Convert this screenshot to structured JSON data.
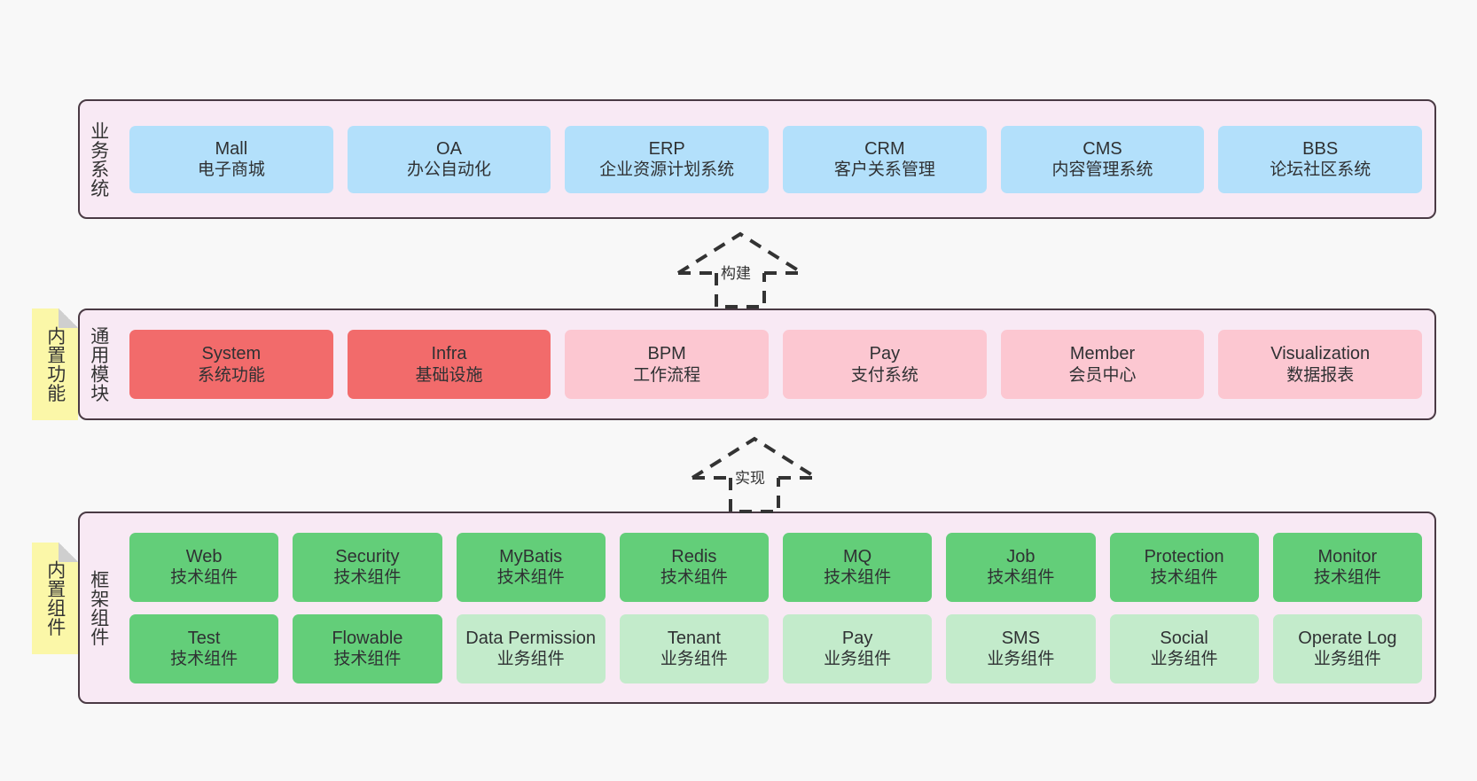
{
  "diagram": {
    "title": "ruoyi-vue-pro architecture layers",
    "background": "#f8f8f8"
  },
  "colors": {
    "layer_background": "#f8e9f4",
    "layer_border": "#4a3a44",
    "business_card": "#b3e0fb",
    "module_builtin_card": "#f26b6b",
    "module_card": "#fcc7d1",
    "tech_component_card": "#63ce79",
    "business_component_card": "#c3ebcb",
    "sticky_note": "#fbf7a8",
    "sticky_fold": "#cfcfcf"
  },
  "layers": [
    {
      "id": "business",
      "title": "业务系统",
      "sticky": null,
      "rows": [
        {
          "cards": [
            {
              "en": "Mall",
              "cn": "电子商城",
              "style": "c-blue"
            },
            {
              "en": "OA",
              "cn": "办公自动化",
              "style": "c-blue"
            },
            {
              "en": "ERP",
              "cn": "企业资源计划系统",
              "style": "c-blue"
            },
            {
              "en": "CRM",
              "cn": "客户关系管理",
              "style": "c-blue"
            },
            {
              "en": "CMS",
              "cn": "内容管理系统",
              "style": "c-blue"
            },
            {
              "en": "BBS",
              "cn": "论坛社区系统",
              "style": "c-blue"
            }
          ]
        }
      ]
    },
    {
      "id": "common",
      "title": "通用模块",
      "sticky": "内置功能",
      "rows": [
        {
          "cards": [
            {
              "en": "System",
              "cn": "系统功能",
              "style": "c-red"
            },
            {
              "en": "Infra",
              "cn": "基础设施",
              "style": "c-red"
            },
            {
              "en": "BPM",
              "cn": "工作流程",
              "style": "c-pink"
            },
            {
              "en": "Pay",
              "cn": "支付系统",
              "style": "c-pink"
            },
            {
              "en": "Member",
              "cn": "会员中心",
              "style": "c-pink"
            },
            {
              "en": "Visualization",
              "cn": "数据报表",
              "style": "c-pink"
            }
          ]
        }
      ]
    },
    {
      "id": "framework",
      "title": "框架组件",
      "sticky": "内置组件",
      "rows": [
        {
          "cards": [
            {
              "en": "Web",
              "cn": "技术组件",
              "style": "c-green"
            },
            {
              "en": "Security",
              "cn": "技术组件",
              "style": "c-green"
            },
            {
              "en": "MyBatis",
              "cn": "技术组件",
              "style": "c-green"
            },
            {
              "en": "Redis",
              "cn": "技术组件",
              "style": "c-green"
            },
            {
              "en": "MQ",
              "cn": "技术组件",
              "style": "c-green"
            },
            {
              "en": "Job",
              "cn": "技术组件",
              "style": "c-green"
            },
            {
              "en": "Protection",
              "cn": "技术组件",
              "style": "c-green"
            },
            {
              "en": "Monitor",
              "cn": "技术组件",
              "style": "c-green"
            }
          ]
        },
        {
          "cards": [
            {
              "en": "Test",
              "cn": "技术组件",
              "style": "c-green"
            },
            {
              "en": "Flowable",
              "cn": "技术组件",
              "style": "c-green"
            },
            {
              "en": "Data Permission",
              "cn": "业务组件",
              "style": "c-lightgreen"
            },
            {
              "en": "Tenant",
              "cn": "业务组件",
              "style": "c-lightgreen"
            },
            {
              "en": "Pay",
              "cn": "业务组件",
              "style": "c-lightgreen"
            },
            {
              "en": "SMS",
              "cn": "业务组件",
              "style": "c-lightgreen"
            },
            {
              "en": "Social",
              "cn": "业务组件",
              "style": "c-lightgreen"
            },
            {
              "en": "Operate Log",
              "cn": "业务组件",
              "style": "c-lightgreen"
            }
          ]
        }
      ]
    }
  ],
  "connectors": [
    {
      "id": "build",
      "label": "构建",
      "from": "common",
      "to": "business"
    },
    {
      "id": "realize",
      "label": "实现",
      "from": "framework",
      "to": "common"
    }
  ]
}
